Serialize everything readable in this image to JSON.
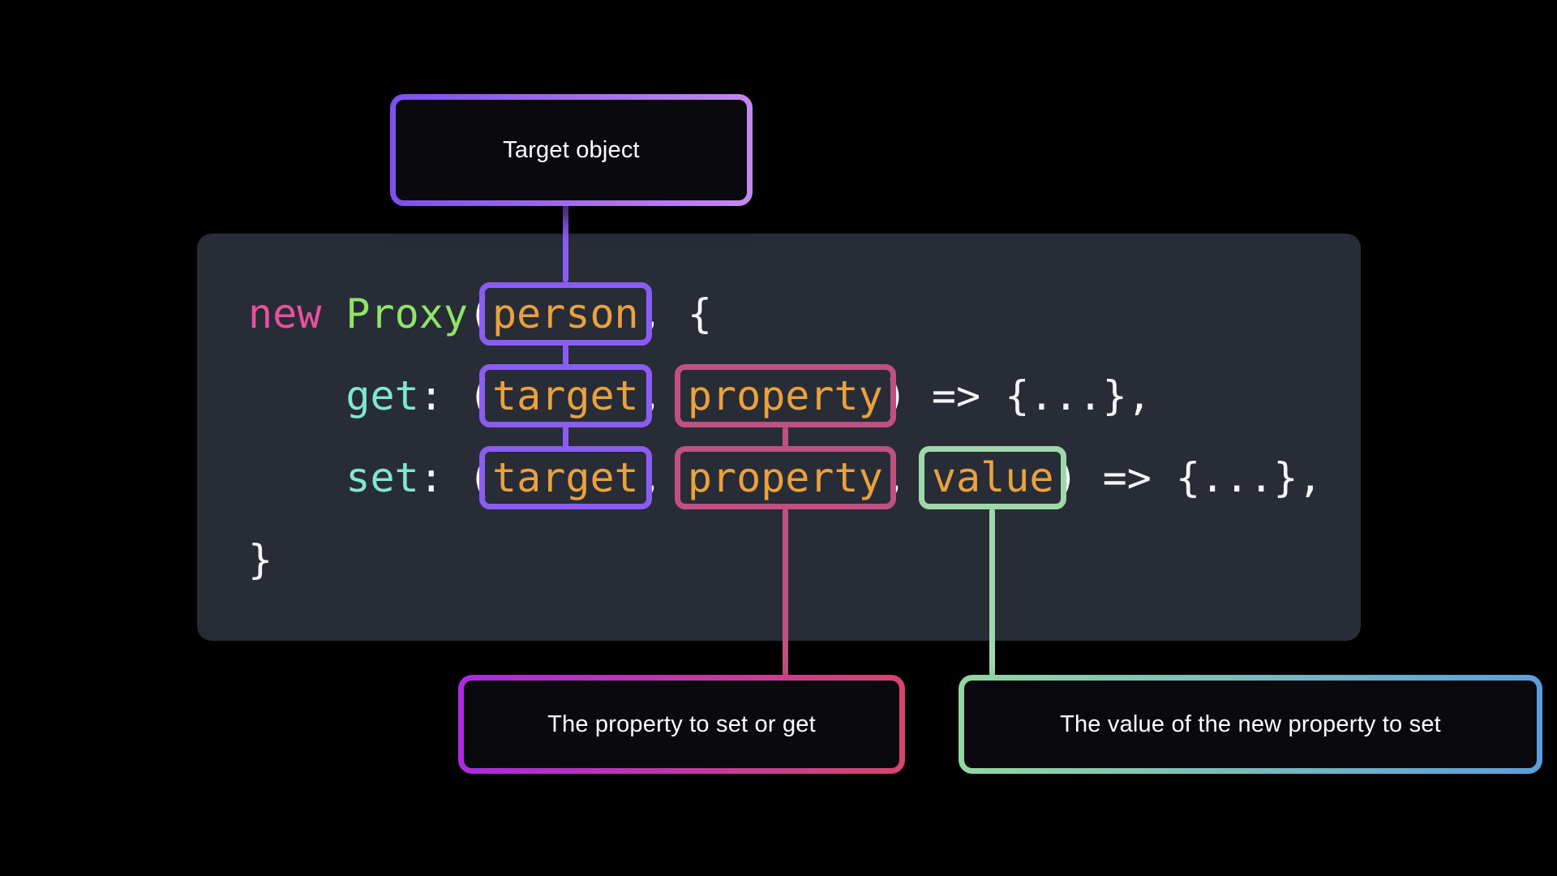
{
  "callouts": {
    "target_object": "Target object",
    "property": "The property to set or get",
    "value": "The value of the new property to set"
  },
  "code": {
    "l1": {
      "kw": "new ",
      "cls": "Proxy",
      "p1": "(",
      "arg1": "person",
      "p2": ", {"
    },
    "l2": {
      "ind": "    ",
      "fn": "get",
      "p1": ": (",
      "arg1": "target",
      "c1": ", ",
      "arg2": "property",
      "p2": ") => {...},"
    },
    "l3": {
      "ind": "    ",
      "fn": "set",
      "p1": ": (",
      "arg1": "target",
      "c1": ", ",
      "arg2": "property",
      "c2": ", ",
      "arg3": "value",
      "p2": ") => {...},"
    },
    "l4": {
      "p1": "}"
    }
  },
  "colors": {
    "page_bg": "#000000",
    "code_bg": "#282c37",
    "code_text": "#f4f6f9",
    "keyword_pink": "#e9519c",
    "class_green": "#90e465",
    "method_teal": "#7fe8cd",
    "param_orange": "#eaa23c",
    "accent_purple": "#8b5cf3",
    "accent_rose": "#c0517f",
    "accent_green": "#a0d8aa",
    "target_label_gradient": [
      "#7e4ff0",
      "#c489ee"
    ],
    "property_label_gradient": [
      "#a92ce0",
      "#d8446c"
    ],
    "value_label_gradient": [
      "#93d7a0",
      "#5c9eda"
    ]
  }
}
